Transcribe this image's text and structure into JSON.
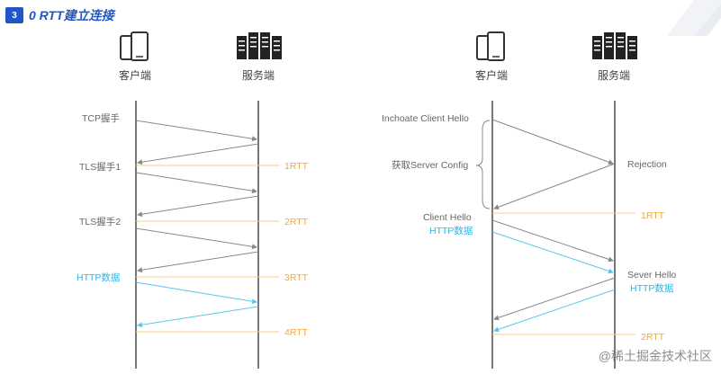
{
  "header": {
    "badge": "3",
    "title": "0 RTT建立连接"
  },
  "left": {
    "client_label": "客户端",
    "server_label": "服务端",
    "steps": {
      "tcp": "TCP握手",
      "tls1": "TLS握手1",
      "tls2": "TLS握手2",
      "http": "HTTP数据"
    },
    "rtt": [
      "1RTT",
      "2RTT",
      "3RTT",
      "4RTT"
    ]
  },
  "right": {
    "client_label": "客户端",
    "server_label": "服务端",
    "steps": {
      "inchoate": "Inchoate Client Hello",
      "get_config": "获取Server Config",
      "rejection": "Rejection",
      "client_hello": "Client Hello",
      "http_client": "HTTP数据",
      "sever_hello": "Sever Hello",
      "http_server": "HTTP数据"
    },
    "rtt": [
      "1RTT",
      "2RTT"
    ]
  },
  "watermark": "@稀土掘金技术社区",
  "colors": {
    "accent": "#1f57c8",
    "orange": "#f2a93b",
    "blue": "#29b6e5",
    "gray_arrow": "#888888",
    "timeline": "#4a4a4a"
  }
}
